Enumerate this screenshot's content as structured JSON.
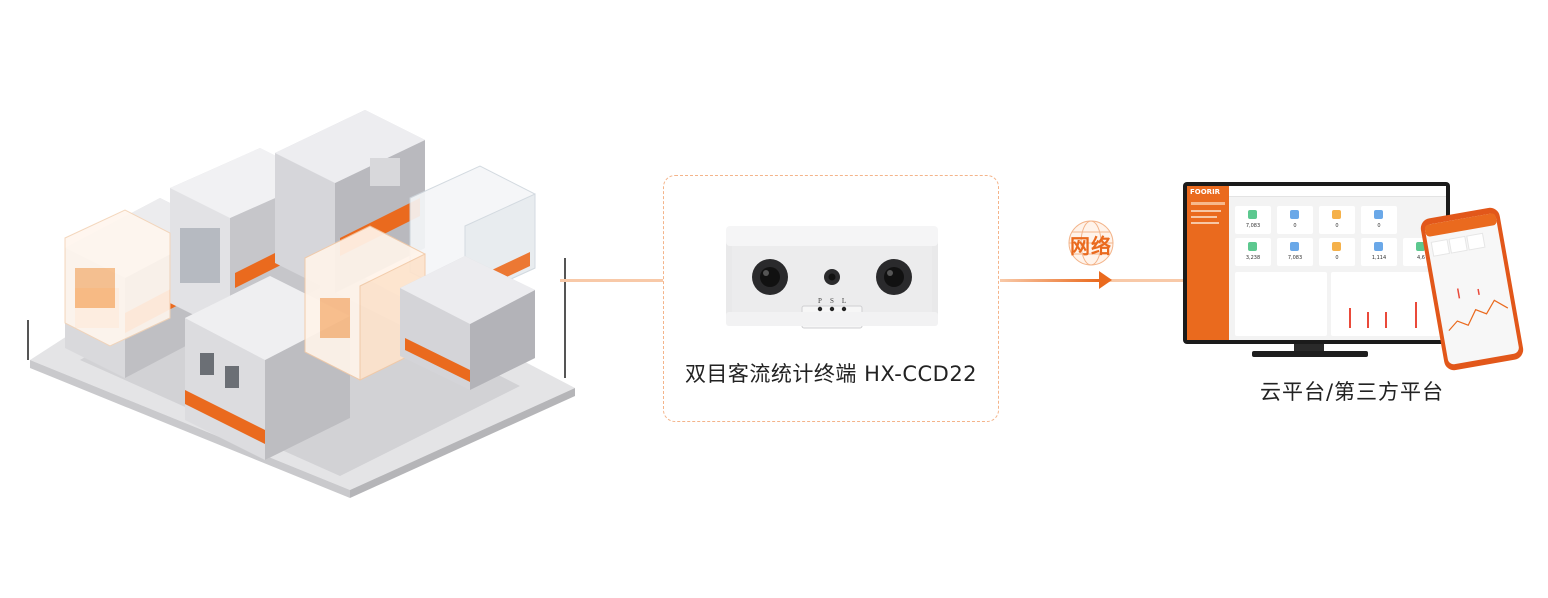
{
  "device": {
    "label": "双目客流统计终端 HX-CCD22",
    "indicator_labels": [
      "P",
      "S",
      "L"
    ]
  },
  "network": {
    "label": "网络"
  },
  "platform": {
    "label": "云平台/第三方平台",
    "dashboard_logo": "FOORIR",
    "dashboard_values": [
      "7,083",
      "0",
      "0",
      "0",
      "3,238",
      "7,083",
      "0",
      "1,114",
      "4,6"
    ]
  },
  "colors": {
    "accent": "#ea6a1e",
    "connector": "#f8c9a8",
    "card_border": "#f4b48a"
  },
  "icons": [
    "shopping-street-illustration",
    "camera-device",
    "globe-icon",
    "arrow-right-icon",
    "monitor",
    "smartphone"
  ]
}
